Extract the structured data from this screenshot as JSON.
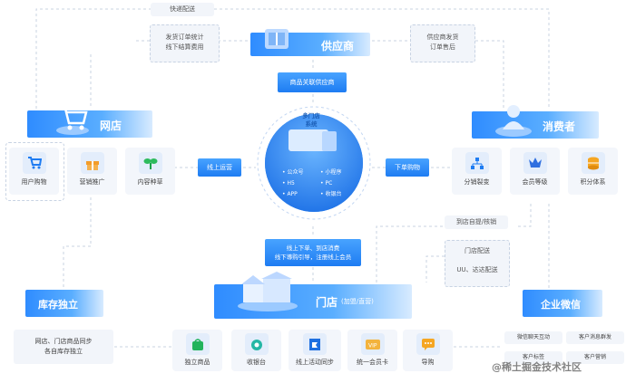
{
  "supplier": {
    "title": "供应商"
  },
  "online_store": {
    "title": "网店"
  },
  "consumer": {
    "title": "消费者"
  },
  "store": {
    "title": "门店",
    "sub": "(加盟/直营)"
  },
  "inventory": {
    "title": "库存独立",
    "desc_line1": "网店、门店商品同步",
    "desc_line2": "各自库存独立"
  },
  "enterprise_wechat": {
    "title": "企业微信",
    "tags": [
      "微信聊天互动",
      "客户消息群发",
      "客户标签",
      "客户营销"
    ]
  },
  "labels": {
    "express": "快递配送",
    "ship_left_1": "发货订单统计",
    "ship_left_2": "线下结算费用",
    "ship_right_1": "供应商发货",
    "ship_right_2": "订单售后",
    "goods_link": "商品关联供应商",
    "online_ops": "线上运营",
    "place_order": "下单购物",
    "offline_1": "线上下单、到店消费",
    "offline_2": "线下導购引导，注册线上会员",
    "pickup": "到店自提/核销",
    "store_delivery": "门店配送",
    "uu_delivery": "UU、达达配送"
  },
  "hub": {
    "title_1": "多门店",
    "title_2": "系统",
    "channels": [
      "公众号",
      "小程序",
      "H5",
      "PC",
      "APP",
      "收银台"
    ]
  },
  "online_cards": [
    {
      "label": "用户购物",
      "icon": "cart-icon"
    },
    {
      "label": "营销推广",
      "icon": "gift-icon"
    },
    {
      "label": "内容种草",
      "icon": "sprout-icon"
    }
  ],
  "consumer_cards": [
    {
      "label": "分销裂变",
      "icon": "network-icon"
    },
    {
      "label": "会员等级",
      "icon": "crown-icon"
    },
    {
      "label": "积分体系",
      "icon": "coins-icon"
    }
  ],
  "store_cards": [
    {
      "label": "独立商品",
      "icon": "bag-icon"
    },
    {
      "label": "收银台",
      "icon": "cashier-icon"
    },
    {
      "label": "线上活动同步",
      "icon": "flag-icon"
    },
    {
      "label": "统一会员卡",
      "icon": "vip-card-icon"
    },
    {
      "label": "导购",
      "icon": "chat-icon"
    }
  ],
  "watermark": "@稀土掘金技术社区",
  "colors": {
    "primary": "#1e7cf2",
    "light": "#e8f1fc"
  }
}
